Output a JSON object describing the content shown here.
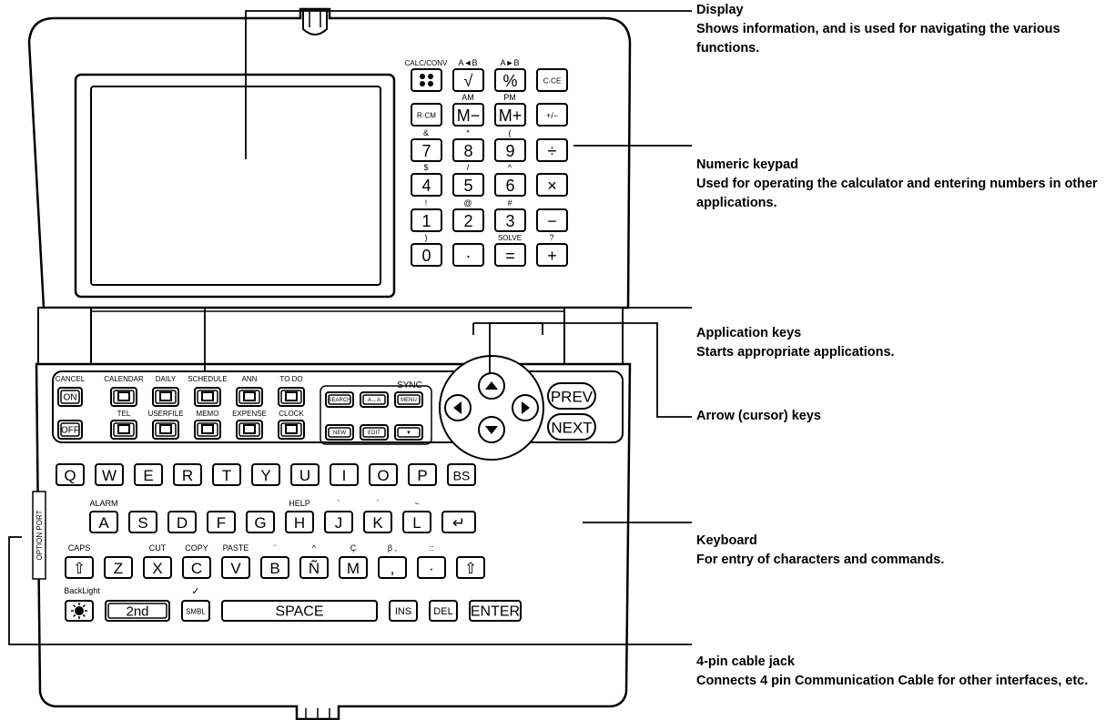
{
  "annotations": {
    "display": {
      "title": "Display",
      "desc": "Shows information, and is used for navigating the various functions."
    },
    "numeric": {
      "title": "Numeric keypad",
      "desc": "Used for operating the calculator and entering numbers in other applications."
    },
    "application": {
      "title": "Application  keys",
      "desc": "Starts appropriate applications."
    },
    "arrow": {
      "title": "Arrow (cursor) keys"
    },
    "keyboard": {
      "title": "Keyboard",
      "desc": "For entry of characters and commands."
    },
    "jack": {
      "title": "4-pin cable jack",
      "desc": "Connects 4 pin Communication Cable for other interfaces, etc."
    }
  },
  "device": {
    "side_label": "OPTION PORT",
    "numpad": {
      "rows": [
        [
          "",
          "√",
          "%",
          "C·CE"
        ],
        [
          "R·CM",
          "M−",
          "M+",
          "+/−"
        ],
        [
          "7",
          "8",
          "9",
          "÷"
        ],
        [
          "4",
          "5",
          "6",
          "×"
        ],
        [
          "1",
          "2",
          "3",
          "−"
        ],
        [
          "0",
          "·",
          "=",
          "+"
        ]
      ],
      "caps": [
        [
          "CALC/CONV",
          "A◄B",
          "A►B",
          ""
        ],
        [
          "",
          "AM",
          "PM",
          ""
        ],
        [
          "&",
          "*",
          "(",
          ""
        ],
        [
          "$",
          "/",
          "^",
          ""
        ],
        [
          "!",
          "@",
          "#",
          ""
        ],
        [
          ")",
          "",
          "SOLVE",
          "?"
        ]
      ]
    },
    "app_top_labels": [
      "CANCEL",
      "CALENDAR",
      "DAILY",
      "SCHEDULE",
      "ANN",
      "TO DO"
    ],
    "app_bottom_labels": [
      "TEL",
      "USERFILE",
      "MEMO",
      "EXPENSE",
      "CLOCK"
    ],
    "on_key": "ON",
    "off_key": "OFF",
    "function_keys_top": [
      "SEARCH",
      "A↔A",
      "MENU"
    ],
    "function_keys_bottom": [
      "NEW",
      "EDIT",
      "▼"
    ],
    "sync_label": "SYNC",
    "prev_key": "PREV",
    "next_key": "NEXT",
    "keyboard": {
      "row1": [
        "Q",
        "W",
        "E",
        "R",
        "T",
        "Y",
        "U",
        "I",
        "O",
        "P",
        "BS"
      ],
      "row2": [
        "A",
        "S",
        "D",
        "F",
        "G",
        "H",
        "J",
        "K",
        "L",
        "↵"
      ],
      "row3": [
        "⇧",
        "Z",
        "X",
        "C",
        "V",
        "B",
        "Ñ",
        "M",
        ",",
        "·",
        "⇧"
      ],
      "row4": [
        "",
        "2nd",
        "SMBL",
        "SPACE",
        "INS",
        "DEL",
        "ENTER"
      ],
      "row2_caps": [
        "ALARM",
        "",
        "",
        "",
        "",
        "HELP",
        "`",
        "´",
        "~",
        ""
      ],
      "row3_caps": [
        "CAPS",
        "",
        "CUT",
        "COPY",
        "PASTE",
        "¨",
        "^",
        "Ç",
        "β ,",
        "::",
        ""
      ],
      "backlight_label": "BackLight",
      "smbl_cap": "✓"
    }
  }
}
